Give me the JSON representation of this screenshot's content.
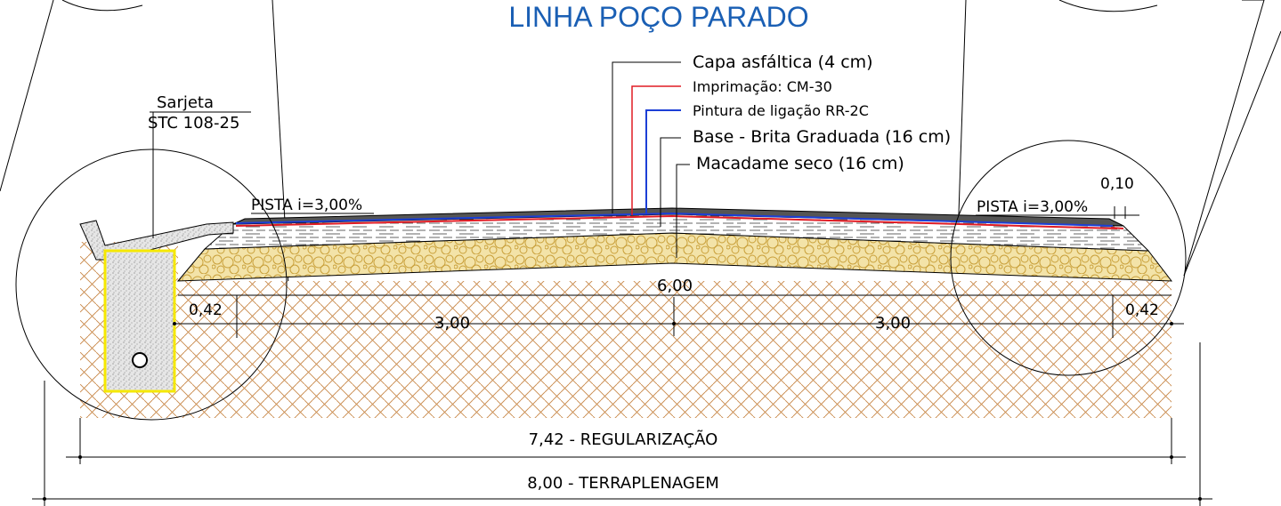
{
  "title": "LINHA POÇO PARADO",
  "layers": {
    "capa": "Capa asfáltica (4 cm)",
    "imprimacao": "Imprimação: CM-30",
    "pintura": "Pintura de ligação RR-2C",
    "base": "Base - Brita Graduada (16 cm)",
    "macadame": "Macadame seco (16 cm)"
  },
  "sarjeta": {
    "name": "Sarjeta",
    "code": "STC 108-25"
  },
  "slopes": {
    "left": "PISTA i=3,00%",
    "right": "PISTA i=3,00%"
  },
  "dimensions": {
    "total_width": "6,00",
    "half_left": "3,00",
    "half_right": "3,00",
    "depth_left": "0,42",
    "depth_right": "0,42",
    "edge": "0,10",
    "regularizacao": "7,42 - REGULARIZAÇÃO",
    "terraplenagem": "8,00 - TERRAPLENAGEM"
  },
  "colors": {
    "title": "#1a5fb4",
    "soil": "#c98a4b",
    "macadame_fill": "#f3e3a8",
    "macadame_stones": "#c9a03a",
    "asphalt": "#555555",
    "imprimacao_line": "#e01b24",
    "pintura_line": "#1c3fd6",
    "sarjeta_outline": "#f5e800"
  }
}
